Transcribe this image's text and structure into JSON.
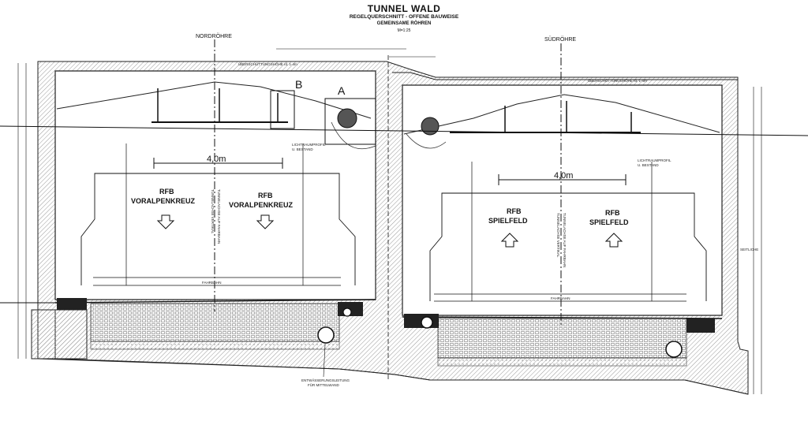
{
  "title": "TUNNEL WALD",
  "subtitle": "REGELQUERSCHNITT - OFFENE BAUWEISE",
  "subtitle2": "GEMEINSAME RÖHREN",
  "scale": "M=1:25",
  "tubes": {
    "north": {
      "name": "NORDRÖHRE",
      "lane_left": [
        "RFB",
        "VORALPENKREUZ"
      ],
      "lane_right": [
        "RFB",
        "VORALPENKREUZ"
      ],
      "clearance_width": "4,0m",
      "lane_label": "FAHRBAHN",
      "lichtraum": [
        "LICHTRAUMPROFIL",
        "U. BESTAND"
      ],
      "center_label": [
        "TUNNELACHSE VERTIKAL",
        "TUNNELACHSE AUF FAHRBAHN"
      ],
      "equipment_labels": [
        "B",
        "A"
      ]
    },
    "south": {
      "name": "SÜDRÖHRE",
      "lane_left": [
        "RFB",
        "SPIELFELD"
      ],
      "lane_right": [
        "RFB",
        "SPIELFELD"
      ],
      "clearance_width": "4,0m",
      "lane_label": "FAHRBAHN",
      "lichtraum": [
        "LICHTRAUMPROFIL",
        "U. BESTAND"
      ],
      "center_label": [
        "TUNNELACHSE VERTIKAL",
        "TUNNELACHSE AUF FAHRBAHN"
      ],
      "side_label": "SEITLICHE"
    }
  },
  "notes": {
    "overfill_north": "ÜBERSCHÜTTUNGSHÖHE rd. 1-4m",
    "overfill_south": "ÜBERSCHÜTTUNGSHÖHE rd. 1-4m",
    "drain": [
      "ENTWÄSSERUNGSLEITUNG",
      "FÜR MITTELWAND"
    ]
  },
  "colors": {
    "ink": "#111111",
    "hatch": "#9a9a9a",
    "background": "#ffffff"
  }
}
